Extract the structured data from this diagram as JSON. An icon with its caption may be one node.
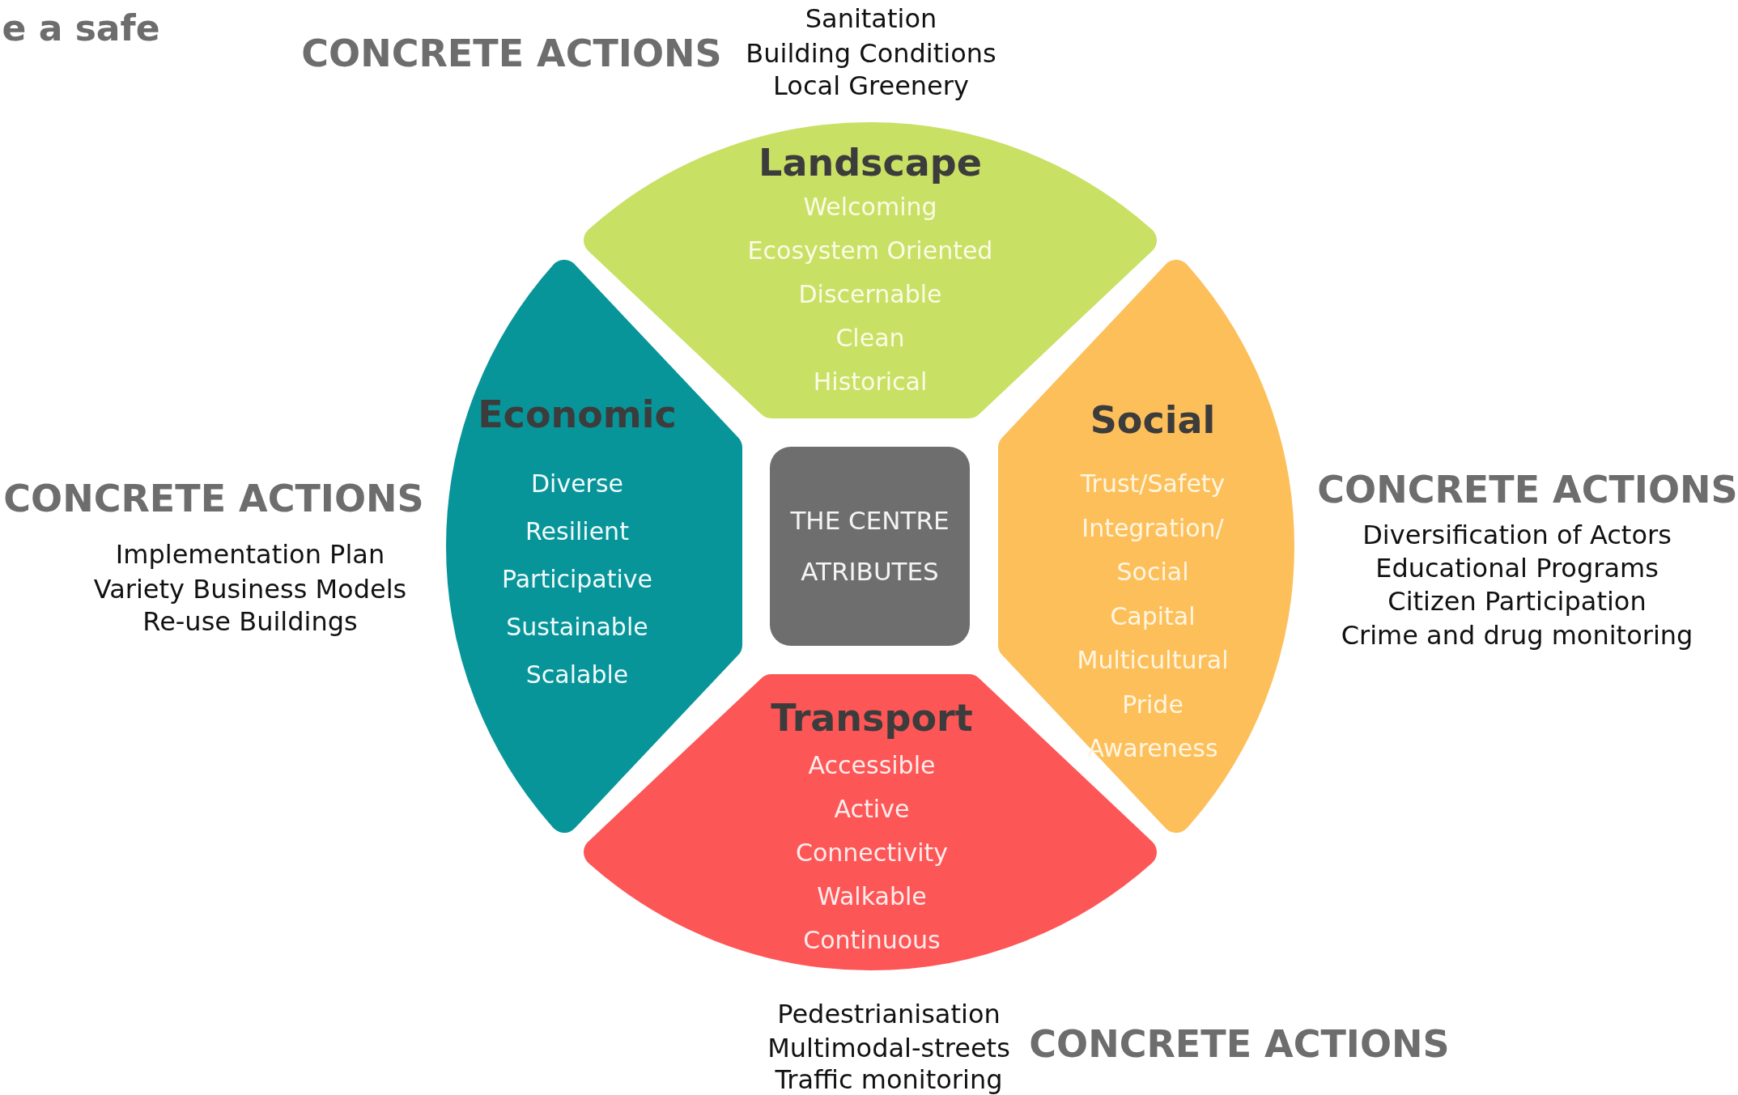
{
  "diagram": {
    "nodes": [
      {
        "text": [
          "Landscape",
          "Welcoming",
          "Ecosystem Oriented",
          "Discernable",
          "Clean",
          "Historical"
        ]
      },
      {
        "text": [
          "Economic",
          "Diverse",
          "Resilient",
          "Participative",
          "Sustainable",
          "Scalable"
        ]
      },
      {
        "text": [
          "THE CENTRE ATRIBUTES"
        ]
      },
      {
        "text": [
          "Social",
          "Trust/Safety",
          "Integration/ Social Capital",
          "Multicultural",
          "Pride",
          "Awareness"
        ]
      },
      {
        "text": [
          "Transport",
          "Accessible",
          "Active",
          "Connectivity",
          "Walkable",
          "Continuous"
        ]
      }
    ],
    "labels": [
      "e a safe",
      "CONCRETE ACTIONS",
      "Sanitation",
      "Building Conditions",
      "Local Greenery",
      "CONCRETE ACTIONS",
      "Implementation Plan",
      "Variety Business Models",
      "Re-use Buildings",
      "CONCRETE ACTIONS",
      "Diversification of Actors",
      "Educational Programs",
      "Citizen Participation",
      "Crime and drug monitoring",
      "Pedestrianisation",
      "Multimodal-streets",
      "Traffic monitoring",
      "CONCRETE ACTIONS"
    ]
  }
}
